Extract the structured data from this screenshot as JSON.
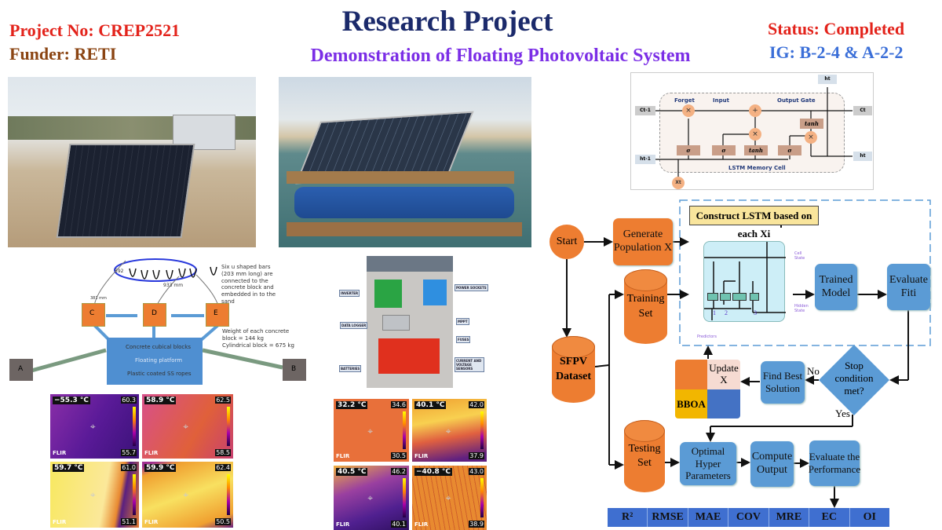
{
  "header": {
    "title": "Research Project",
    "subtitle": "Demonstration of Floating Photovoltaic System",
    "project_no": "Project No: CREP2521",
    "funder": "Funder: RETI",
    "status": "Status: Completed",
    "ig": "IG: B-2-4 & A-2-2"
  },
  "colors": {
    "title": "#1b2a6b",
    "subtitle": "#7b2ee6",
    "red": "#e3231b",
    "brown": "#8b4513",
    "ig": "#3b6fd8",
    "orange": "#ed7d31",
    "blue": "#5b9bd5"
  },
  "mooring": {
    "u_bars_note": "Six u shaped bars (203 mm long) are connected to the concrete block and embedded in to the sand",
    "weight_note": "Weight of each concrete block = 144 kg",
    "cyl_note": "Cylindrical block = 675 kg",
    "concrete_label": "Concrete cubical blocks",
    "platform_label": "Floating platform",
    "ropes_label": "Plastic coated SS ropes",
    "dim_381": "381 mm",
    "dim_933": "933 mm",
    "dim_592": "592",
    "blocks": [
      "A",
      "B",
      "C",
      "D",
      "E"
    ]
  },
  "cabinet": {
    "labels": [
      "INVERTER",
      "DATA LOGGER",
      "BATTERIES",
      "POWER SOCKETS",
      "MPPT",
      "FUSES",
      "CURRENT AND VOLTAGE SENSORS"
    ]
  },
  "thermal_left": [
    {
      "temp": "−55.3 °C",
      "max": "60.3",
      "min": "55.7"
    },
    {
      "temp": "58.9 °C",
      "max": "62.5",
      "min": "58.5"
    },
    {
      "temp": "59.7 °C",
      "max": "61.0",
      "min": "51.1"
    },
    {
      "temp": "59.9 °C",
      "max": "62.4",
      "min": "50.5"
    }
  ],
  "thermal_right": [
    {
      "temp": "32.2 °C",
      "max": "34.6",
      "min": "30.5"
    },
    {
      "temp": "40.1 °C",
      "max": "42.0",
      "min": "37.9"
    },
    {
      "temp": "40.5 °C",
      "max": "46.2",
      "min": "40.1"
    },
    {
      "temp": "−40.8 °C",
      "max": "43.0",
      "min": "38.9"
    }
  ],
  "flir": "FLIR",
  "lstm": {
    "forget": "Forget",
    "input": "Input",
    "output_gate": "Output Gate",
    "cell_label": "LSTM Memory Cell",
    "c_prev": "Ct-1",
    "c_t": "Ct",
    "h_prev": "ht-1",
    "h_t": "ht",
    "h_top": "ht",
    "x_t": "Xt",
    "sigma": "σ",
    "tanh": "tanh",
    "times": "×",
    "plus": "+"
  },
  "flow": {
    "start": "Start",
    "generate_population": "Generate Population X",
    "construct_lstm": "Construct LSTM based on each Xi",
    "cell_state": "Cell State",
    "hidden_state": "Hidden State",
    "predictors": "Predictors",
    "gate_numbers": [
      "1",
      "2",
      "3"
    ],
    "trained_model": "Trained Model",
    "evaluate_fit": "Evaluate Fiti",
    "training_set": "Training Set",
    "sfpv_dataset": "SFPV Dataset",
    "update_x": "Update X",
    "bboa": "BBOA",
    "find_best": "Find Best Solution",
    "stop_condition": "Stop condition met?",
    "no": "No",
    "yes": "Yes",
    "testing_set": "Testing Set",
    "optimal_hyper": "Optimal Hyper Parameters",
    "compute_output": "Compute Output",
    "evaluate_performance": "Evaluate the Performance",
    "metrics": [
      "R²",
      "RMSE",
      "MAE",
      "COV",
      "MRE",
      "EC",
      "OI"
    ]
  }
}
